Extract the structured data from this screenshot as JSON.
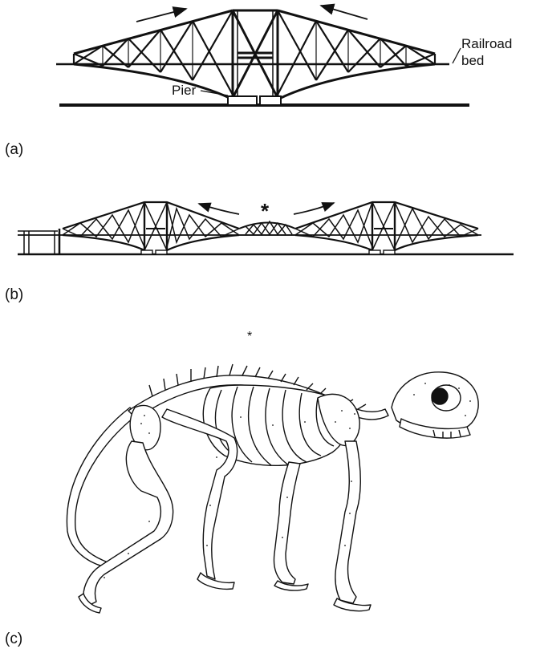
{
  "figure": {
    "panel_a": {
      "label": "(a)",
      "callouts": {
        "railroad_line1": "Railroad",
        "railroad_line2": "bed",
        "pier": "Pier"
      }
    },
    "panel_b": {
      "label": "(b)",
      "asterisk": "*"
    },
    "panel_c": {
      "label": "(c)",
      "asterisk": "*"
    }
  },
  "colors": {
    "ink": "#111111",
    "background": "#ffffff"
  }
}
